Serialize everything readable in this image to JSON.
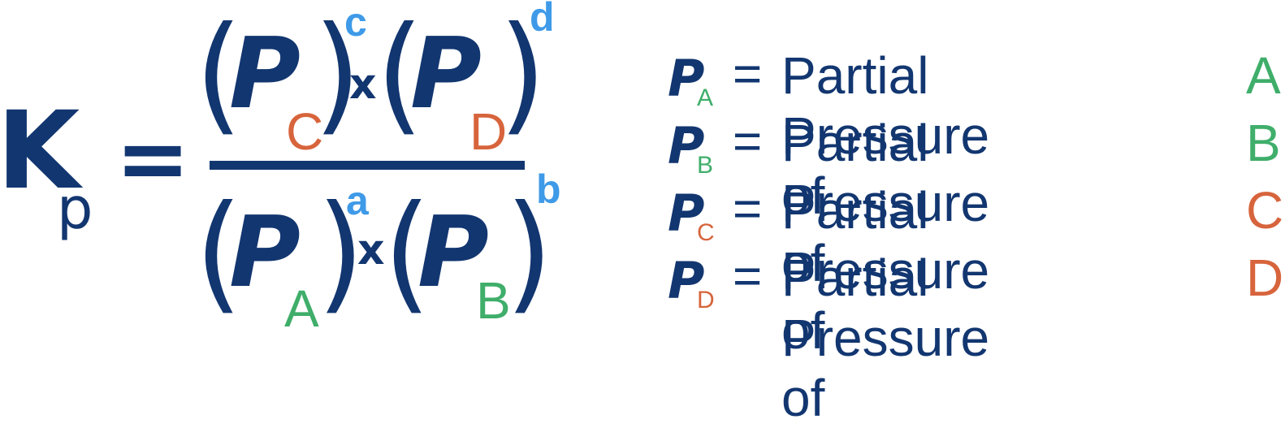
{
  "colors": {
    "navy": "#123670",
    "exponent_blue": "#3f9ae8",
    "product_orange": "#d7643c",
    "reactant_green": "#3fae6a"
  },
  "equation": {
    "lhs_symbol": "K",
    "lhs_subscript": "p",
    "equals": "=",
    "numerator": [
      {
        "open": "(",
        "symbol": "P",
        "subscript": "C",
        "close": ")",
        "exponent": "c"
      },
      {
        "operator": "x"
      },
      {
        "open": "(",
        "symbol": "P",
        "subscript": "D",
        "close": ")",
        "exponent": "d"
      }
    ],
    "denominator": [
      {
        "open": "(",
        "symbol": "P",
        "subscript": "A",
        "close": ")",
        "exponent": "a"
      },
      {
        "operator": "x"
      },
      {
        "open": "(",
        "symbol": "P",
        "subscript": "B",
        "close": ")",
        "exponent": "b"
      }
    ]
  },
  "legend": [
    {
      "symbol": "P",
      "subscript": "A",
      "equals": "=",
      "text": "Partial Pressure of",
      "letter": "A"
    },
    {
      "symbol": "P",
      "subscript": "B",
      "equals": "=",
      "text": "Partial Pressure of",
      "letter": "B"
    },
    {
      "symbol": "P",
      "subscript": "C",
      "equals": "=",
      "text": "Partial Pressure of",
      "letter": "C"
    },
    {
      "symbol": "P",
      "subscript": "D",
      "equals": "=",
      "text": "Partial Pressure of",
      "letter": "D"
    }
  ]
}
